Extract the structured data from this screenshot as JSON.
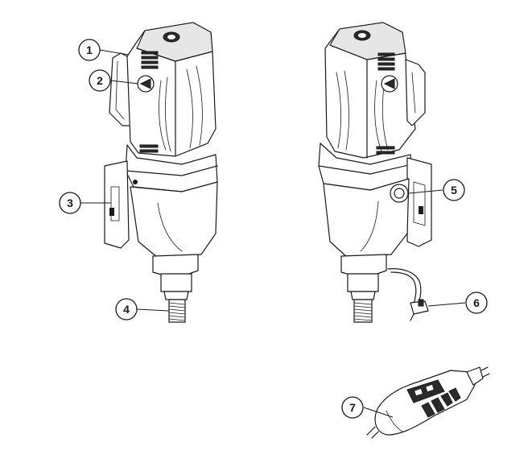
{
  "callouts": [
    {
      "id": "1",
      "label": "1"
    },
    {
      "id": "2",
      "label": "2"
    },
    {
      "id": "3",
      "label": "3"
    },
    {
      "id": "4",
      "label": "4"
    },
    {
      "id": "5",
      "label": "5"
    },
    {
      "id": "6",
      "label": "6"
    },
    {
      "id": "7",
      "label": "7"
    }
  ],
  "parts": {
    "left_view": "drill-motor-front-left",
    "right_view": "drill-motor-front-right",
    "bottom_part": "prcd-safety-switch"
  },
  "colors": {
    "line": "#1a1a1a",
    "background": "#ffffff",
    "shade": "#e6e6e6"
  }
}
